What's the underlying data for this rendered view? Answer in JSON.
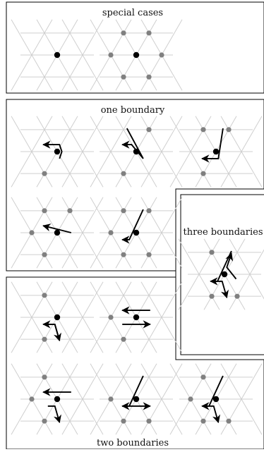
{
  "diagram": {
    "colors": {
      "grid": "#cfcfcf",
      "center_vertex": "#000000",
      "outer_vertex": "#808080",
      "boundary": "#000000",
      "frame": "#000000"
    },
    "panels": {
      "special": {
        "label": "special cases"
      },
      "one": {
        "label": "one boundary"
      },
      "three": {
        "label": "three boundaries"
      },
      "two": {
        "label": "two boundaries"
      }
    },
    "cells": [
      {
        "id": "special-1",
        "dots": [],
        "paths": []
      },
      {
        "id": "special-2",
        "dots": [
          1,
          2,
          3,
          4,
          5,
          6
        ],
        "paths": []
      },
      {
        "id": "one-1",
        "dots": [
          4
        ],
        "paths": [
          [
            [
              1,
              3
            ],
            [
              2,
              0
            ],
            [
              1,
              -3
            ],
            [
              -6,
              -3
            ]
          ]
        ]
      },
      {
        "id": "one-2",
        "dots": [
          4,
          2
        ],
        "paths": [
          [
            [
              -4,
              -10
            ],
            [
              3,
              3
            ],
            [
              -2,
              -3
            ],
            [
              -6,
              -3
            ]
          ]
        ]
      },
      {
        "id": "one-3",
        "dots": [
          4,
          2,
          1
        ],
        "paths": [
          [
            [
              3,
              -10
            ],
            [
              1,
              3
            ],
            [
              -3,
              3
            ],
            [
              -6,
              3
            ]
          ]
        ]
      },
      {
        "id": "one-4",
        "dots": [
          4,
          2,
          1,
          6
        ],
        "paths": [
          [
            [
              6,
              0
            ],
            [
              -6,
              -3
            ]
          ]
        ]
      },
      {
        "id": "one-5",
        "dots": [
          4,
          2,
          1,
          6,
          5
        ],
        "paths": [
          [
            [
              3,
              -10
            ],
            [
              -3,
              3
            ],
            [
              -6,
              3
            ]
          ]
        ]
      },
      {
        "id": "two-1",
        "dots": [
          1,
          4
        ],
        "paths": [
          [
            [
              -4,
              3
            ],
            [
              -1,
              3
            ],
            [
              1,
              10
            ]
          ],
          [
            [
              1,
              10
            ],
            [
              -1,
              3
            ],
            [
              -6,
              3
            ]
          ]
        ]
      },
      {
        "id": "two-2",
        "dots": [
          4,
          6
        ],
        "paths": [
          [
            [
              -6,
              3
            ],
            [
              6,
              3
            ]
          ],
          [
            [
              6,
              -3
            ],
            [
              -6,
              -3
            ]
          ]
        ]
      },
      {
        "id": "two-3",
        "dots": [
          1,
          4,
          6
        ],
        "paths": [
          [
            [
              -4,
              3
            ],
            [
              -1,
              3
            ],
            [
              1,
              10
            ]
          ],
          [
            [
              6,
              -3
            ],
            [
              -6,
              -3
            ]
          ]
        ]
      },
      {
        "id": "two-4",
        "dots": [
          4,
          6,
          5
        ],
        "paths": [
          [
            [
              -6,
              3
            ],
            [
              6,
              3
            ]
          ],
          [
            [
              3,
              -10
            ],
            [
              -3,
              3
            ],
            [
              -6,
              3
            ]
          ]
        ]
      },
      {
        "id": "two-5",
        "dots": [
          1,
          4,
          6,
          5
        ],
        "paths": [
          [
            [
              -4,
              3
            ],
            [
              -1,
              3
            ],
            [
              1,
              10
            ]
          ],
          [
            [
              3,
              -10
            ],
            [
              -3,
              3
            ],
            [
              -6,
              3
            ]
          ]
        ]
      },
      {
        "id": "three-1",
        "dots": [
          1,
          4,
          5
        ],
        "paths": [
          [
            [
              -4,
              3
            ],
            [
              -1,
              3
            ],
            [
              1,
              10
            ]
          ],
          [
            [
              3,
              -10
            ],
            [
              -3,
              3
            ],
            [
              -6,
              3
            ]
          ],
          [
            [
              5,
              2
            ],
            [
              1,
              -3
            ],
            [
              3,
              -9
            ]
          ]
        ]
      }
    ]
  }
}
